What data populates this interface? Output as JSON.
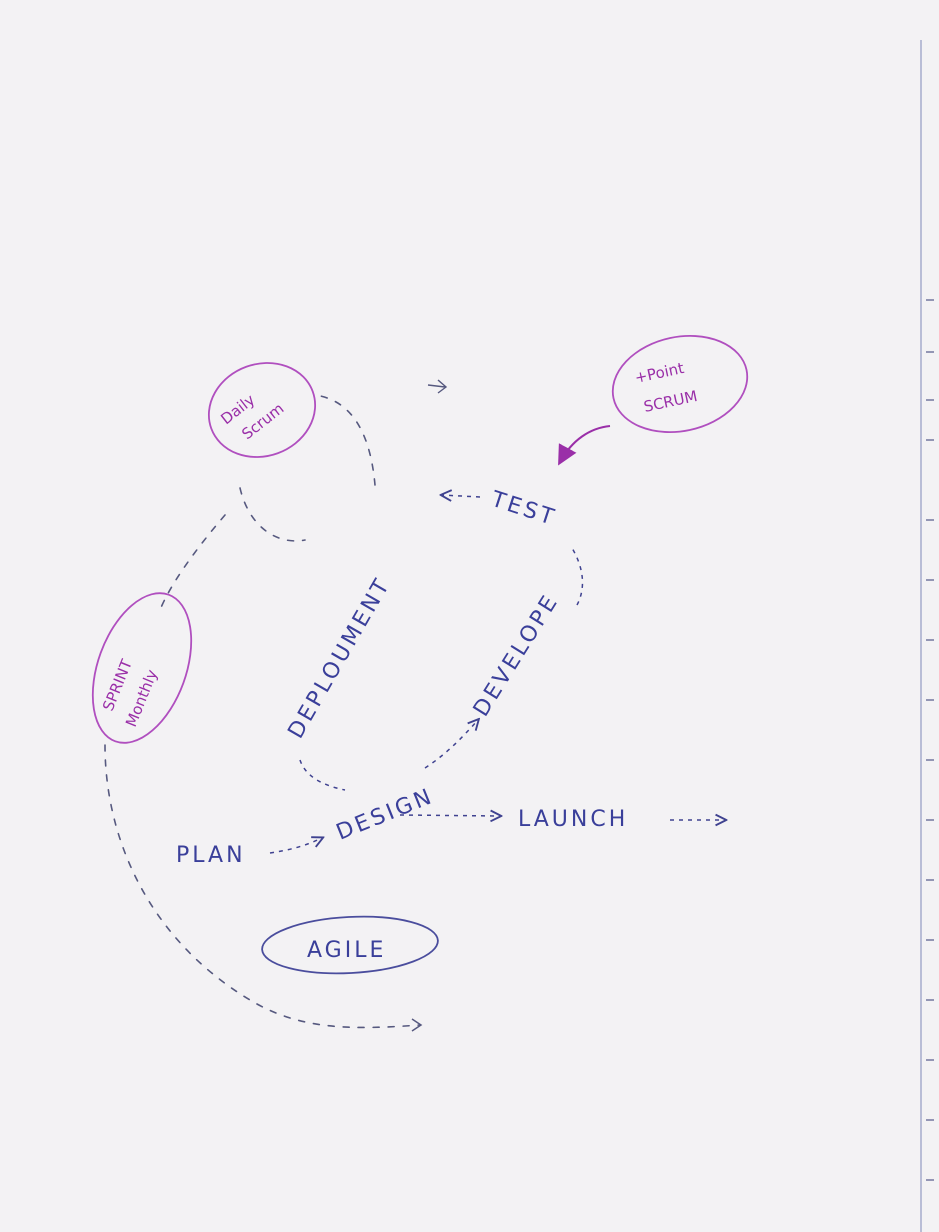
{
  "diagram": {
    "nodes": {
      "plan": "PLAN",
      "design": "DESIGN",
      "develope": "DEVELOPE",
      "test": "TEST",
      "deploument": "DEPLOUMENT",
      "launch": "LAUNCH"
    },
    "bubbles": {
      "daily_scrum": [
        "Daily",
        "Scrum"
      ],
      "sprint_monthly": [
        "SPRINT",
        "Monthly"
      ],
      "point_scrum": [
        "+Point",
        "SCRUM"
      ],
      "agile": "AGILE"
    },
    "colors": {
      "cycle_ink": "#3a3f9a",
      "bubble_ink": "#9a2fa8",
      "paper": "#f3f2f4"
    }
  }
}
